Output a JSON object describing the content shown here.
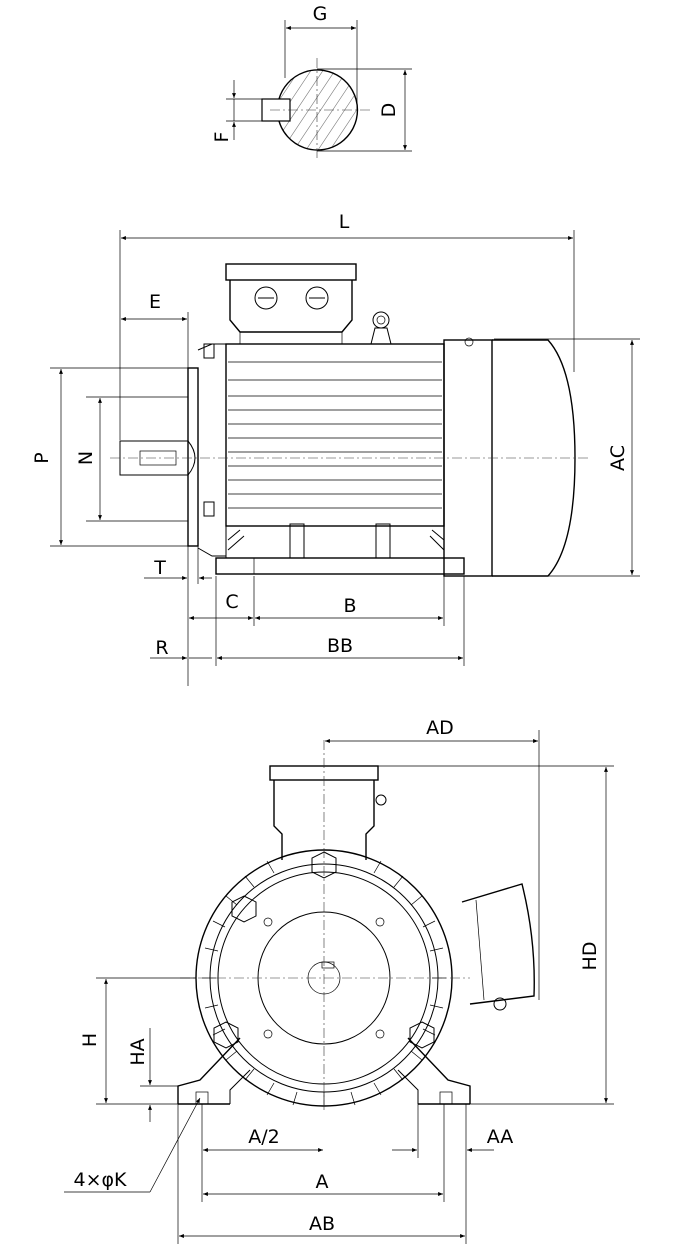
{
  "shaft_section": {
    "labels": {
      "G": "G",
      "D": "D",
      "F": "F"
    }
  },
  "side_view": {
    "labels": {
      "L": "L",
      "E": "E",
      "P": "P",
      "N": "N",
      "AC": "AC",
      "T": "T",
      "C": "C",
      "B": "B",
      "R": "R",
      "BB": "BB"
    }
  },
  "front_view": {
    "labels": {
      "AD": "AD",
      "HD": "HD",
      "H": "H",
      "HA": "HA",
      "A_half": "A/2",
      "AA": "AA",
      "A": "A",
      "AB": "AB",
      "holes": "4×φK"
    }
  }
}
